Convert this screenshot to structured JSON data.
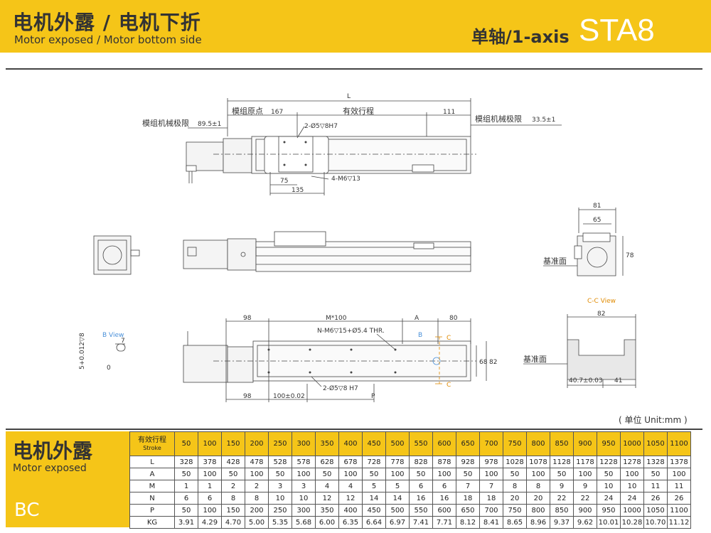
{
  "header": {
    "title_cn": "电机外露 / 电机下折",
    "title_en": "Motor exposed / Motor bottom side",
    "axis": "单轴/1-axis",
    "model": "STA8"
  },
  "drawing": {
    "top_view": {
      "L": "L",
      "origin": "模组原点",
      "origin_val": "167",
      "stroke": "有效行程",
      "right_offset": "111",
      "limit_left_cn": "模组机械极限",
      "limit_left_val": "89.5±1",
      "limit_right_cn": "模组机械极限",
      "limit_right_val": "33.5±1",
      "hole_note": "2-Ø5▽8H7",
      "tap_note": "4-M6▽13",
      "d75": "75",
      "d135": "135"
    },
    "end_view": {
      "d81": "81",
      "d65": "65",
      "d78": "78",
      "datum": "基准面"
    },
    "bottom_view": {
      "b_view": "B View",
      "b_tol": "5+0.012▽8",
      "b_tol_zero": "0",
      "b7": "7",
      "d98_top": "98",
      "m100": "M*100",
      "a": "A",
      "d80": "80",
      "n_note": "N-M6▽15+Ø5.4 THR.",
      "b_label": "B",
      "c_label_top": "C",
      "c_label_bot": "C",
      "d68": "68",
      "d82v": "82",
      "d98_bot": "98",
      "d100": "100±0.02",
      "hole_note": "2-Ø5▽8 H7",
      "p": "P"
    },
    "cc_view": {
      "title": "C-C View",
      "d82": "82",
      "datum": "基准面",
      "d40": "40.7±0.03",
      "d41": "41"
    }
  },
  "unit_note": "( 单位 Unit:mm )",
  "side": {
    "cn": "电机外露",
    "en": "Motor exposed",
    "code": "BC"
  },
  "table": {
    "header_cn": "有效行程",
    "header_en": "Stroke",
    "strokes": [
      "50",
      "100",
      "150",
      "200",
      "250",
      "300",
      "350",
      "400",
      "450",
      "500",
      "550",
      "600",
      "650",
      "700",
      "750",
      "800",
      "850",
      "900",
      "950",
      "1000",
      "1050",
      "1100"
    ],
    "rows": [
      {
        "label": "L",
        "values": [
          "328",
          "378",
          "428",
          "478",
          "528",
          "578",
          "628",
          "678",
          "728",
          "778",
          "828",
          "878",
          "928",
          "978",
          "1028",
          "1078",
          "1128",
          "1178",
          "1228",
          "1278",
          "1328",
          "1378"
        ]
      },
      {
        "label": "A",
        "values": [
          "50",
          "100",
          "50",
          "100",
          "50",
          "100",
          "50",
          "100",
          "50",
          "100",
          "50",
          "100",
          "50",
          "100",
          "50",
          "100",
          "50",
          "100",
          "50",
          "100",
          "50",
          "100"
        ]
      },
      {
        "label": "M",
        "values": [
          "1",
          "1",
          "2",
          "2",
          "3",
          "3",
          "4",
          "4",
          "5",
          "5",
          "6",
          "6",
          "7",
          "7",
          "8",
          "8",
          "9",
          "9",
          "10",
          "10",
          "11",
          "11"
        ]
      },
      {
        "label": "N",
        "values": [
          "6",
          "6",
          "8",
          "8",
          "10",
          "10",
          "12",
          "12",
          "14",
          "14",
          "16",
          "16",
          "18",
          "18",
          "20",
          "20",
          "22",
          "22",
          "24",
          "24",
          "26",
          "26"
        ]
      },
      {
        "label": "P",
        "values": [
          "50",
          "100",
          "150",
          "200",
          "250",
          "300",
          "350",
          "400",
          "450",
          "500",
          "550",
          "600",
          "650",
          "700",
          "750",
          "800",
          "850",
          "900",
          "950",
          "1000",
          "1050",
          "1100"
        ]
      },
      {
        "label": "KG",
        "values": [
          "3.91",
          "4.29",
          "4.70",
          "5.00",
          "5.35",
          "5.68",
          "6.00",
          "6.35",
          "6.64",
          "6.97",
          "7.41",
          "7.71",
          "8.12",
          "8.41",
          "8.65",
          "8.96",
          "9.37",
          "9.62",
          "10.01",
          "10.28",
          "10.70",
          "11.12"
        ]
      }
    ]
  }
}
